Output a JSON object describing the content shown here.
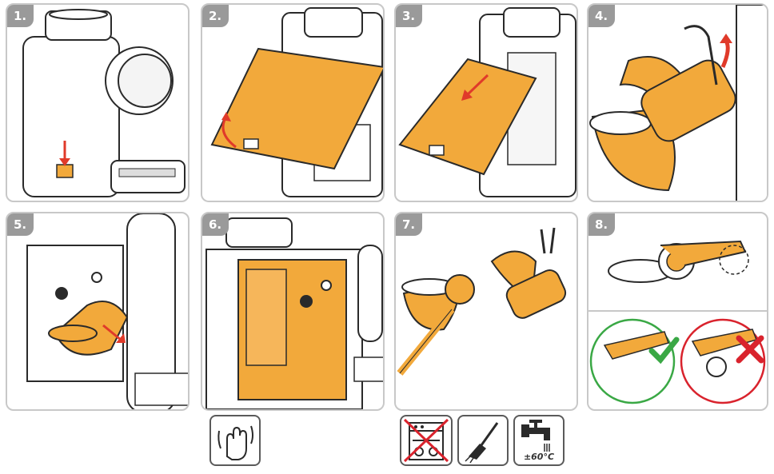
{
  "steps": [
    {
      "number": "1."
    },
    {
      "number": "2."
    },
    {
      "number": "3."
    },
    {
      "number": "4."
    },
    {
      "number": "5."
    },
    {
      "number": "6."
    },
    {
      "number": "7."
    },
    {
      "number": "8."
    }
  ],
  "icons": {
    "temperature": "±60°C",
    "wipe": "hand-wipe-icon",
    "no_dishwasher": "no-dishwasher-icon",
    "brush": "brush-icon",
    "tap": "water-tap-icon"
  },
  "colors": {
    "part": "#f2a93b",
    "outline": "#2a2a2a",
    "arrow": "#e03a2a",
    "badge": "#9a9a9a",
    "check": "#3aa845",
    "cross": "#d9232d"
  }
}
